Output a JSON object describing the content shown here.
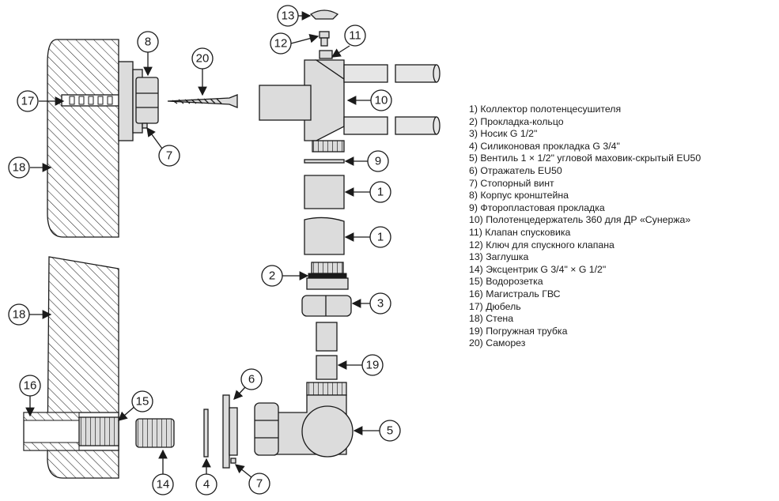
{
  "callouts": {
    "c1a": "1",
    "c1b": "1",
    "c2": "2",
    "c3": "3",
    "c4": "4",
    "c5": "5",
    "c6": "6",
    "c7a": "7",
    "c7b": "7",
    "c8": "8",
    "c9": "9",
    "c10": "10",
    "c11": "11",
    "c12": "12",
    "c13": "13",
    "c14": "14",
    "c15": "15",
    "c16": "16",
    "c17": "17",
    "c18a": "18",
    "c18b": "18",
    "c19": "19",
    "c20": "20"
  },
  "legend": [
    "1) Коллектор полотенцесушителя",
    "2) Прокладка-кольцо",
    "3) Носик G 1/2\"",
    "4) Силиконовая прокладка G 3/4\"",
    "5) Вентиль 1 × 1/2\" угловой  маховик-скрытый EU50",
    "6) Отражатель EU50",
    "7) Стопорный винт",
    "8) Корпус кронштейна",
    "9) Фторопластовая прокладка",
    "10) Полотенцедержатель 360 для ДР «Сунержа»",
    "11) Клапан спусковика",
    "12) Ключ для спускного клапана",
    "13) Заглушка",
    "14) Эксцентрик G 3/4\" × G 1/2\"",
    "15) Водорозетка",
    "16) Магистраль ГВС",
    "17) Дюбель",
    "18) Стена",
    "19) Погружная трубка",
    "20) Саморез"
  ],
  "colors": {
    "line": "#1a1a1a",
    "part_fill": "#dcdcdc",
    "background": "#ffffff"
  }
}
